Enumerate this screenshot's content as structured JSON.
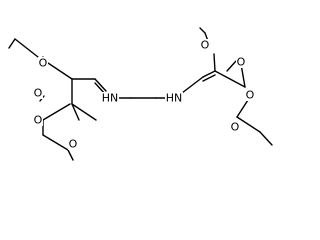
{
  "molecule": {
    "atom_labels": {
      "o1": "O",
      "o2": "O",
      "o3": "O",
      "o4": "O",
      "o5": "O",
      "o6": "O",
      "o7": "O",
      "o8": "O",
      "n1": "HN",
      "n2": "HN"
    }
  }
}
